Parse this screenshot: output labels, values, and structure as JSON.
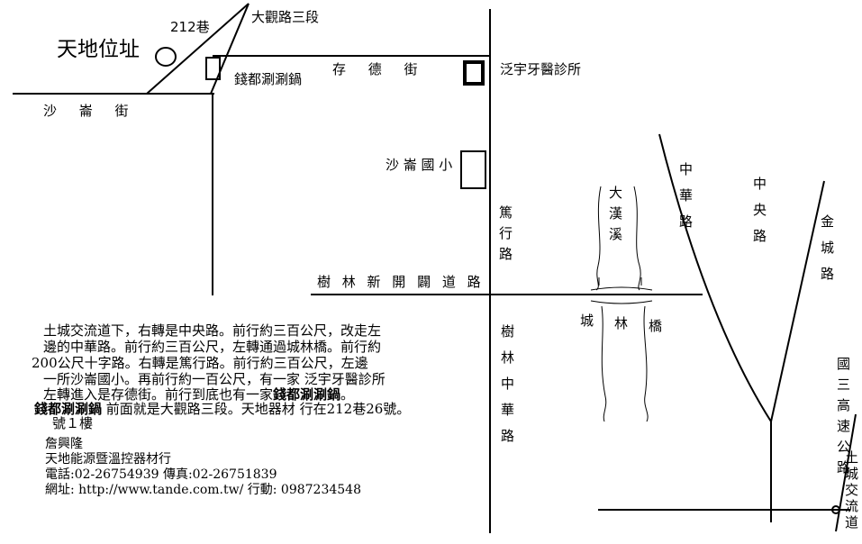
{
  "map": {
    "title": "天地位址",
    "alley": "212巷",
    "daguan_road": "大觀路三段",
    "hotpot_label": "錢都涮涮鍋",
    "cunde_street": "存 德 街",
    "dental_clinic": "泛宇牙醫診所",
    "shalun_street": "沙 崙 街",
    "shalun_school": "沙 崙 國 小",
    "duhang_road": "篤行路",
    "shulin_new_road": "樹 林 新 開 闢 道 路",
    "dahan_river": "大漢溪",
    "chenglin_bridge": [
      "城",
      "林",
      "橋"
    ],
    "zhonghua_road": "中華路",
    "zhongyang_road": "中央路",
    "jincheng_road": "金城路",
    "freeway_3": "國三高速公路",
    "shulin_zhonghua_road": "樹林中華路",
    "tucheng_interchange": "土城交流道"
  },
  "directions": {
    "line1": "土城交流道下，右轉是中央路。前行約三百公尺，改走左",
    "line2": "邊的中華路。前行約三百公尺，左轉通過城林橋。前行約",
    "line3": "200公尺十字路。右轉是篤行路。前行約三百公尺，左邊",
    "line4": "一所沙崙國小。再前行約一百公尺，有一家 泛宇牙醫診所",
    "line5a": "左轉進入是存德街。前行到底也有一家",
    "line5b": "錢都涮涮鍋",
    "line5c": "。",
    "line6a": "錢都涮涮鍋",
    "line6b": " 前面就是大觀路三段。天地器材",
    "line6c": " 行在212巷26號",
    "line6d": "。",
    "line7": "號１樓"
  },
  "contact": {
    "name": "詹興隆",
    "company": "天地能源暨溫控器材行",
    "phone": "電話:02-26754939  傳真:02-26751839",
    "web": "網址: http://www.tande.com.tw/  行動: 0987234548"
  }
}
